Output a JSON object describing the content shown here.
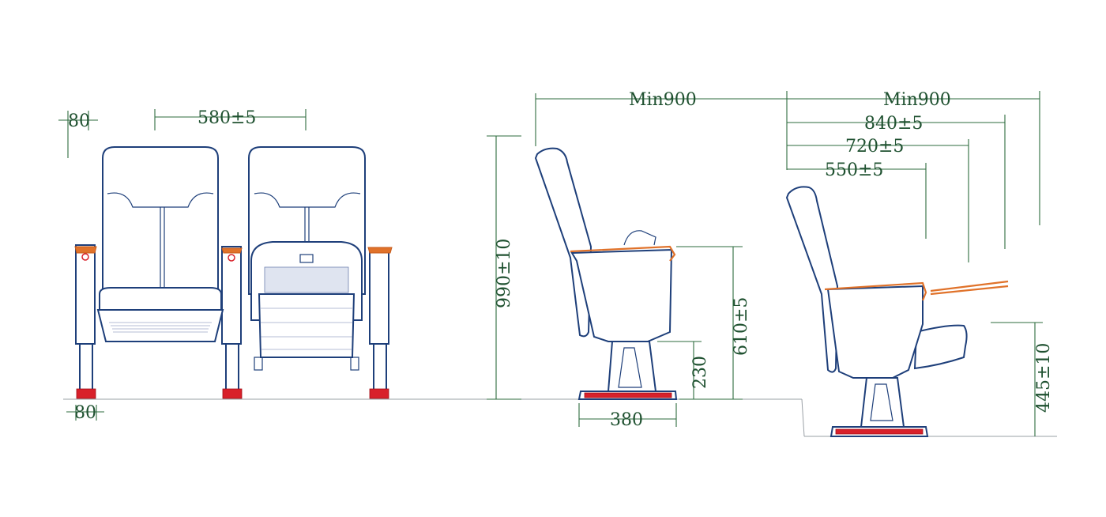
{
  "dimensions": {
    "armrest_width_top": "80",
    "seat_spacing": "580±5",
    "armrest_width_bottom": "80",
    "overall_height": "990±10",
    "row_spacing_a": "Min900",
    "row_spacing_b": "Min900",
    "depth_840": "840±5",
    "depth_720": "720±5",
    "depth_550": "550±5",
    "table_height": "610±5",
    "base_height": "230",
    "base_width": "380",
    "seat_height": "445±10"
  },
  "colors": {
    "dimension_line": "#2d6b3e",
    "dimension_text": "#1f5130",
    "chair_outline": "#1e3f7a",
    "tablet_accent": "#e0722a",
    "foot_pad": "#d8202a"
  }
}
